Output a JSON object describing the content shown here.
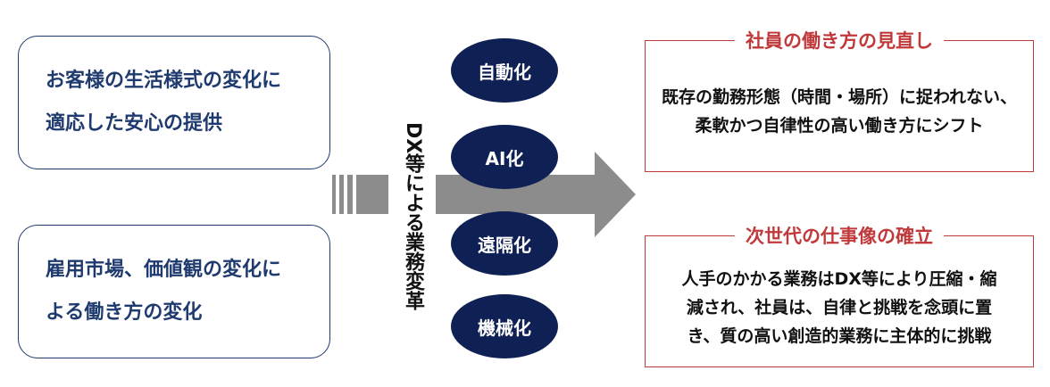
{
  "drivers": [
    {
      "lines": [
        "お客様の生活様式の変化に",
        "適応した安心の提供"
      ]
    },
    {
      "lines": [
        "雇用市場、価値観の変化に",
        "よる働き方の変化"
      ]
    }
  ],
  "transformation_label": "DX等による業務変革",
  "methods": [
    "自動化",
    "AI化",
    "遠隔化",
    "機械化"
  ],
  "outcomes": [
    {
      "title": "社員の働き方の見直し",
      "lines": [
        "既存の勤務形態（時間・場所）に捉われない、",
        "柔軟かつ自律性の高い働き方にシフト"
      ]
    },
    {
      "title": "次世代の仕事像の確立",
      "lines": [
        "人手のかかる業務はDX等により圧縮・縮",
        "減され、社員は、自律と挑戦を念頭に置",
        "き、質の高い創造的業務に主体的に挑戦"
      ]
    }
  ],
  "colors": {
    "navy": "#1f3a6e",
    "pill": "#0f2154",
    "red": "#c0393b",
    "arrow": "#8c8c8c"
  }
}
